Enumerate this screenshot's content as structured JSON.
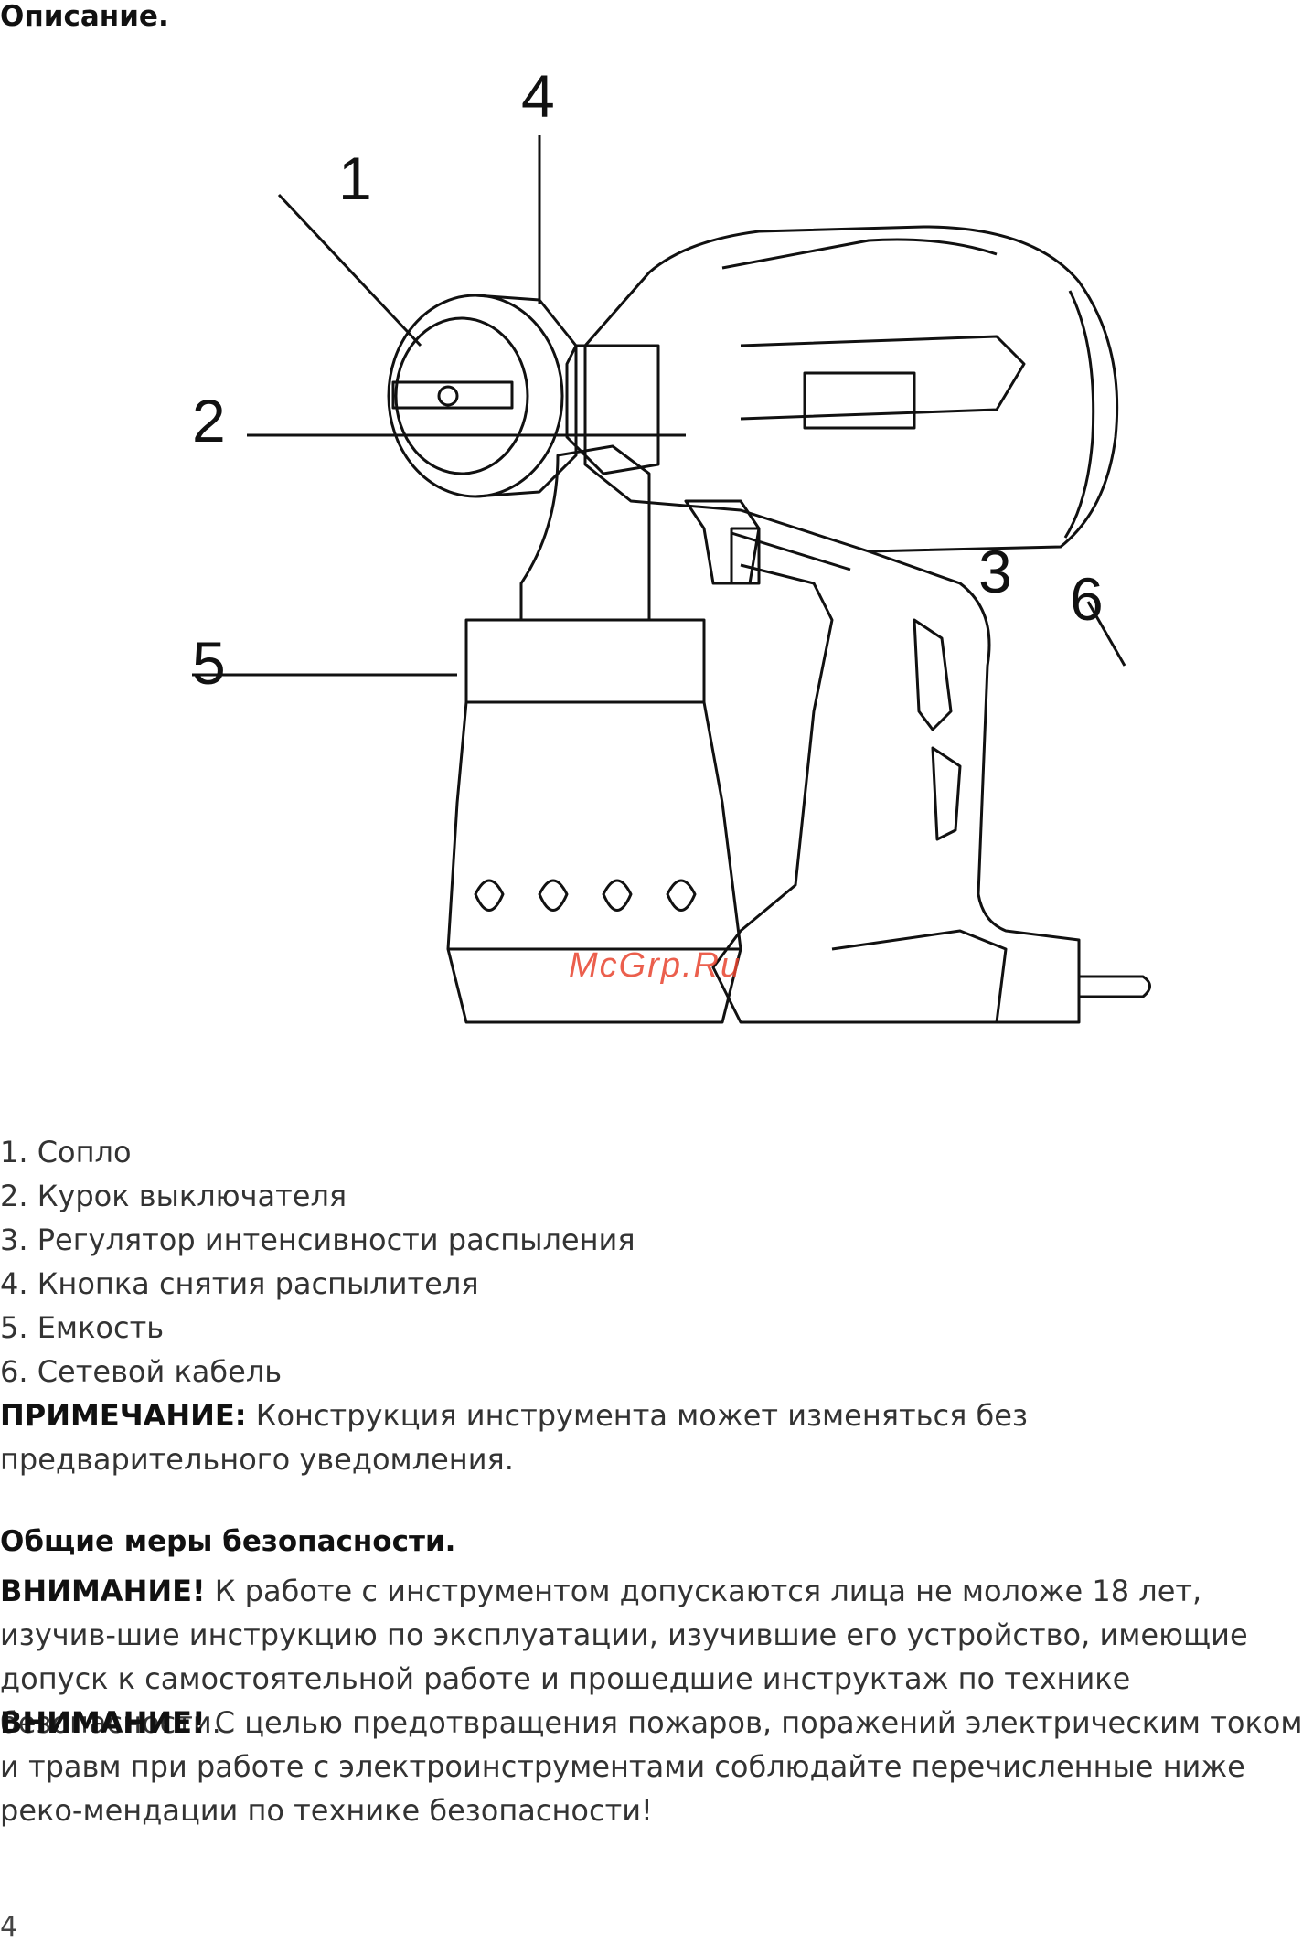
{
  "heading": "Описание.",
  "figure": {
    "callouts": [
      "1",
      "2",
      "3",
      "4",
      "5",
      "6"
    ],
    "watermark": "McGrp.Ru"
  },
  "parts": [
    "1. Сопло",
    "2. Курок выключателя",
    "3. Регулятор интенсивности распыления",
    "4. Кнопка снятия распылителя",
    "5. Емкость",
    "6. Сетевой кабель"
  ],
  "note": {
    "label": "ПРИМЕЧАНИЕ:",
    "text": " Конструкция инструмента может изменяться без предварительного уведомления."
  },
  "safety": {
    "title": "Общие меры безопасности.",
    "warnings": [
      {
        "label": "ВНИМАНИЕ!",
        "text": " К работе с инструментом допускаются лица не моложе 18 лет, изучив-шие инструкцию по эксплуатации, изучившие его устройство, имеющие допуск к самостоятельной работе и прошедшие инструктаж по технике безопасности."
      },
      {
        "label": "ВНИМАНИЕ!",
        "text": " С целью предотвращения пожаров, поражений электрическим током и травм при работе с электроинструментами соблюдайте перечисленные ниже реко-мендации по технике безопасности!"
      }
    ]
  },
  "page_number": "4"
}
